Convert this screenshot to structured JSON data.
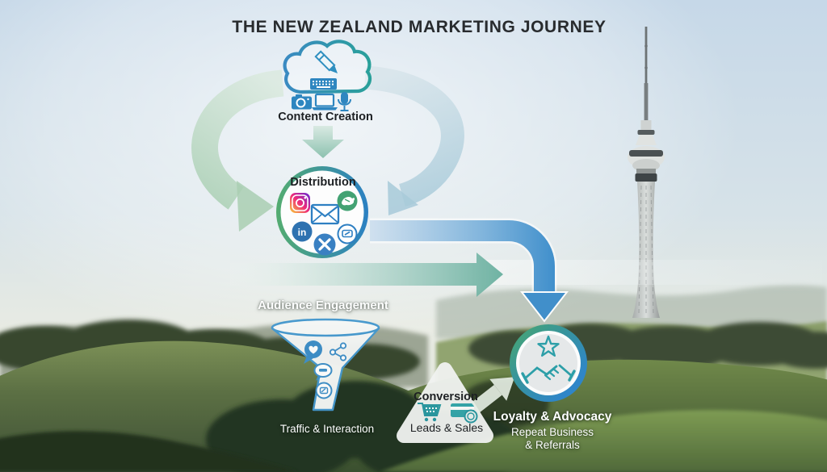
{
  "title": "THE NEW ZEALAND MARKETING JOURNEY",
  "colors": {
    "accent_blue": "#2e86c5",
    "accent_teal": "#2d9fa8",
    "accent_green": "#45a36f",
    "arrow_teal": "#64ad9c",
    "arrow_blue": "#3e8ecb",
    "arrow_sage": "#a6cdb0",
    "text_dark": "#1d2023",
    "text_light": "#ffffff"
  },
  "stages": {
    "content_creation": {
      "label": "Content Creation",
      "icons": [
        "cloud-icon",
        "pencil-icon",
        "keyboard-icon",
        "camera-icon",
        "laptop-icon",
        "microphone-icon"
      ]
    },
    "distribution": {
      "label": "Distribution",
      "linkedin_glyph": "in",
      "icons": [
        "instagram-icon",
        "email-icon",
        "bird-icon",
        "linkedin-icon",
        "x-icon",
        "chat-badge-icon"
      ]
    },
    "audience_engagement": {
      "label": "Audience Engagement",
      "sublabel": "Traffic & Interaction",
      "icons": [
        "heart-bubble-icon",
        "share-icon",
        "ellipsis-bubble-icon",
        "funnel-drop-icon"
      ]
    },
    "conversion": {
      "label": "Conversion",
      "sublabel": "Leads & Sales",
      "icons": [
        "cart-icon",
        "payment-card-icon"
      ]
    },
    "loyalty": {
      "label": "Loyalty & Advocacy",
      "sublabel_line1": "Repeat Business",
      "sublabel_line2": "& Referrals",
      "icons": [
        "star-icon",
        "handshake-icon"
      ]
    }
  },
  "background": {
    "scene": "New Zealand hills with Auckland Sky Tower"
  }
}
